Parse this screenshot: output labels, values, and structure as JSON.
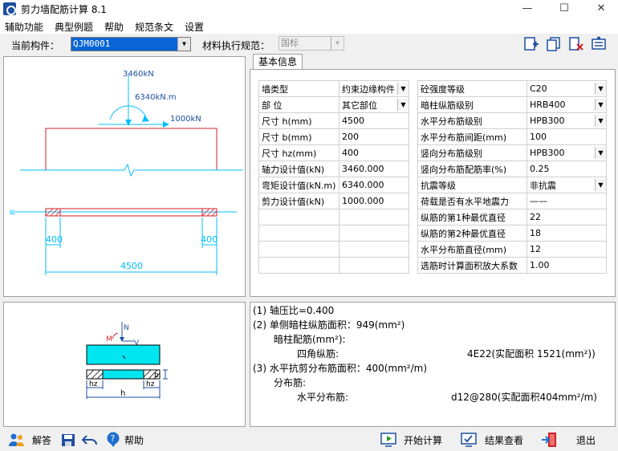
{
  "window": {
    "title": "剪力墙配筋计算 8.1",
    "controls": {
      "minimize": "—",
      "maximize": "☐",
      "close": "✕"
    }
  },
  "menu": [
    "辅助功能",
    "典型例题",
    "帮助",
    "规范条文",
    "设置"
  ],
  "toolbar": {
    "current_member_label": "当前构件：",
    "current_member_value": "QJM0001",
    "material_label": "材料执行规范：",
    "material_value": "国标",
    "icons": [
      "add-member-icon",
      "copy-member-icon",
      "delete-member-icon",
      "settings-member-icon"
    ]
  },
  "diagram": {
    "force_n": "3460kN",
    "moment": "6340kN.m",
    "shear": "1000kN",
    "left_hz": "400",
    "right_hz": "400",
    "length": "4500"
  },
  "tabs": [
    "基本信息"
  ],
  "left_table": [
    {
      "key": "墙类型",
      "value": "约束边缘构件",
      "dropdown": true
    },
    {
      "key": "部 位",
      "value": "其它部位",
      "dropdown": true
    },
    {
      "key": "尺寸 h(mm)",
      "value": "4500"
    },
    {
      "key": "尺寸 b(mm)",
      "value": "200"
    },
    {
      "key": "尺寸 hz(mm)",
      "value": "400"
    },
    {
      "key": "轴力设计值(kN)",
      "value": "3460.000"
    },
    {
      "key": "弯矩设计值(kN.m)",
      "value": "6340.000"
    },
    {
      "key": "剪力设计值(kN)",
      "value": "1000.000"
    },
    {
      "key": "",
      "value": ""
    },
    {
      "key": "",
      "value": ""
    },
    {
      "key": "",
      "value": ""
    },
    {
      "key": "",
      "value": ""
    }
  ],
  "right_table": [
    {
      "key": "砼强度等级",
      "value": "C20",
      "dropdown": true
    },
    {
      "key": "暗柱纵筋级别",
      "value": "HRB400",
      "dropdown": true
    },
    {
      "key": "水平分布筋级别",
      "value": "HPB300",
      "dropdown": true
    },
    {
      "key": "水平分布筋间距(mm)",
      "value": "100"
    },
    {
      "key": "竖向分布筋级别",
      "value": "HPB300",
      "dropdown": true
    },
    {
      "key": "竖向分布筋配筋率(%)",
      "value": "0.25"
    },
    {
      "key": "抗震等级",
      "value": "非抗震",
      "dropdown": true
    },
    {
      "key": "荷载是否有水平地震力",
      "value": "——"
    },
    {
      "key": "纵筋的第1种最优直径",
      "value": "22"
    },
    {
      "key": "纵筋的第2种最优直径",
      "value": "18"
    },
    {
      "key": "水平分布筋直径(mm)",
      "value": "12"
    },
    {
      "key": "选筋时计算面积放大系数",
      "value": "1.00"
    }
  ],
  "section_sketch": {
    "m": "M",
    "n": "N",
    "v": "V",
    "b": "b",
    "hz_left": "hz",
    "hz_right": "hz",
    "h": "h"
  },
  "results": [
    "(1) 轴压比=0.400",
    "(2) 单侧暗柱纵筋面积：949(mm²)",
    "暗柱配筋(mm²):",
    "四角纵筋:",
    "4E22(实配面积 1521(mm²))",
    "(3) 水平抗剪分布筋面积：400(mm²/m)",
    "分布筋:",
    "水平分布筋:",
    "d12@280(实配面积404mm²/m)"
  ],
  "status_buttons": {
    "answer": "解答",
    "help": "帮助",
    "start": "开始计算",
    "view": "结果查看",
    "exit": "退出"
  }
}
